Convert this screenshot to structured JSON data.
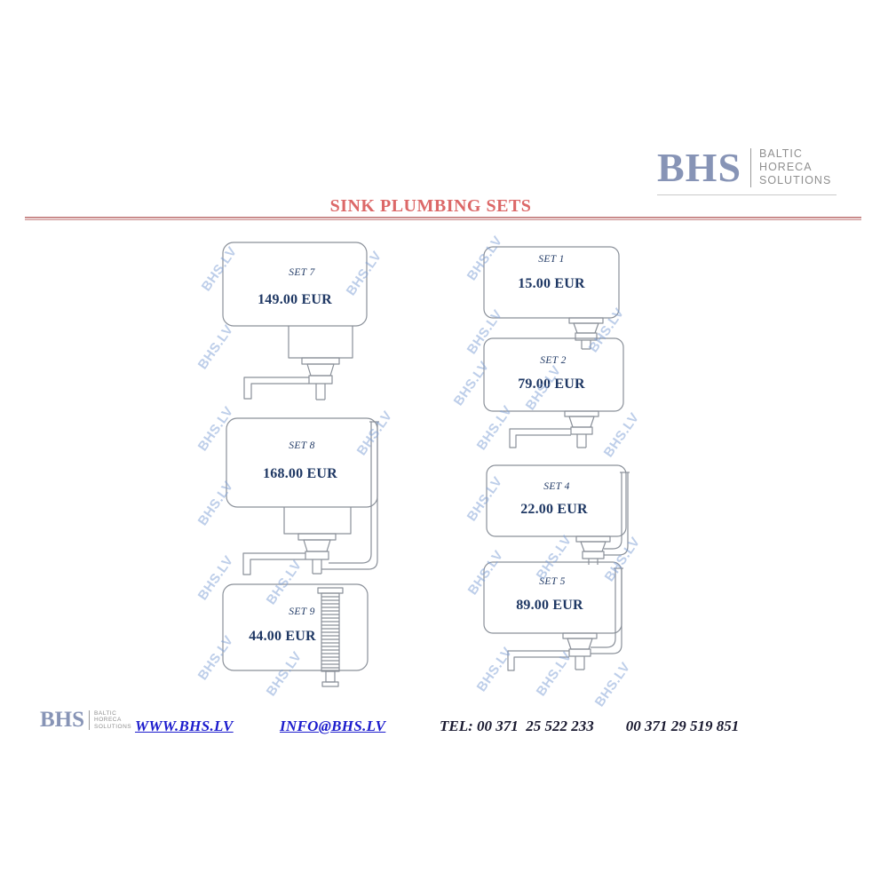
{
  "page": {
    "title": "SINK PLUMBING SETS"
  },
  "logo": {
    "text": "BHS",
    "sub1": "BALTIC",
    "sub2": "HORECA",
    "sub3": "SOLUTIONS"
  },
  "watermark": {
    "text": "BHS.LV"
  },
  "products": [
    {
      "label": "SET 7",
      "price": "149.00 EUR"
    },
    {
      "label": "SET 8",
      "price": "168.00 EUR"
    },
    {
      "label": "SET 9",
      "price": "44.00 EUR"
    },
    {
      "label": "SET 1",
      "price": "15.00 EUR"
    },
    {
      "label": "SET 2",
      "price": "79.00 EUR"
    },
    {
      "label": "SET 4",
      "price": "22.00 EUR"
    },
    {
      "label": "SET 5",
      "price": "89.00 EUR"
    }
  ],
  "footer": {
    "website": "WWW.BHS.LV",
    "email": "INFO@BHS.LV",
    "phones": [
      "TEL: 00 371  25 522 233",
      "00 371 29 519 851"
    ]
  },
  "colors": {
    "title": "#dc6868",
    "rule": "#c98a8a",
    "logo": "#8794b6",
    "logo_sub": "#8f8f8f",
    "ink": "#1f3864",
    "link": "#1c1ccd",
    "phone": "#191930",
    "watermark": "#7d9ed5",
    "line": "#8a9099"
  }
}
